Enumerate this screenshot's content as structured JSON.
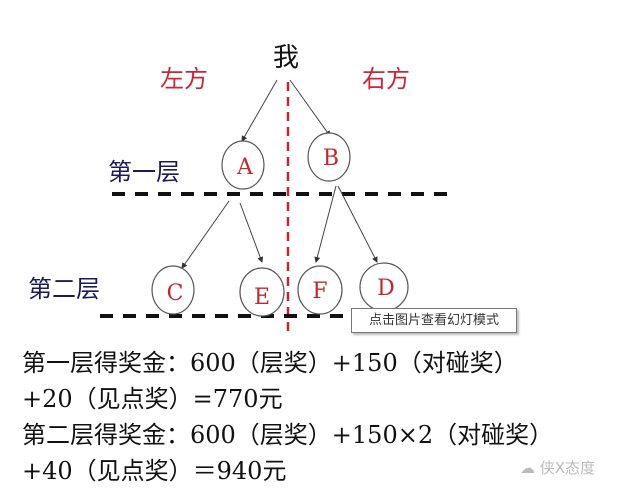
{
  "diagram": {
    "root": "我",
    "left_label": "左方",
    "right_label": "右方",
    "level1_label": "第一层",
    "level2_label": "第二层",
    "nodes": {
      "A": "A",
      "B": "B",
      "C": "C",
      "E": "E",
      "F": "F",
      "D": "D"
    },
    "colors": {
      "node_text": "#c0282e",
      "side_label": "#c8283a",
      "level_label": "#1a1a5a",
      "divider": "#c0282e"
    }
  },
  "tooltip": "点击图片查看幻灯模式",
  "explanation": [
    "第一层得奖金：600（层奖）+150（对碰奖）",
    "+20（见点奖）=770元",
    "第二层得奖金：600（层奖）+150×2（对碰奖）",
    "+40（见点奖）＝940元"
  ],
  "watermark": "侠X态度"
}
